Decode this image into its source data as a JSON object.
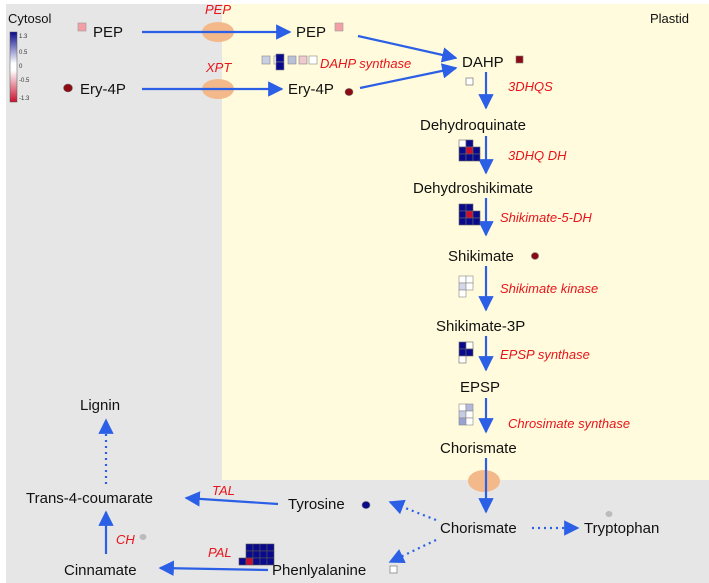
{
  "regions": {
    "cytosol": "Cytosol",
    "plastid": "Plastid"
  },
  "legend": {
    "ticks": [
      "1.3",
      "0.5",
      "0",
      "-0.5",
      "-1.3"
    ]
  },
  "colors": {
    "arrow": "#2b5fe6",
    "enzyme_text": "#e8141b",
    "plastid_bg": "#fffbdc",
    "cytosol_bg": "#e6e6e6",
    "transporter": "#f4b98a",
    "high": "#0a0a8c",
    "low": "#c8102e"
  },
  "metabolites": {
    "pep_cyt": "PEP",
    "pep_pl": "PEP",
    "ery_cyt": "Ery-4P",
    "ery_pl": "Ery-4P",
    "dahp": "DAHP",
    "dehydroquinate": "Dehydroquinate",
    "dehydroshikimate": "Dehydroshikimate",
    "shikimate": "Shikimate",
    "shikimate3p": "Shikimate-3P",
    "epsp": "EPSP",
    "chorismate_pl": "Chorismate",
    "chorismate_cyt": "Chorismate",
    "tyrosine": "Tyrosine",
    "tryptophan": "Tryptophan",
    "phenylalanine": "Phenlyalanine",
    "trans4coumarate": "Trans-4-coumarate",
    "cinnamate": "Cinnamate",
    "lignin": "Lignin"
  },
  "enzymes": {
    "pep_transporter": "PEP",
    "xpt": "XPT",
    "dahp_synthase": "DAHP synthase",
    "dhqs": "3DHQS",
    "dhq_dh": "3DHQ DH",
    "shikimate_5_dh": "Shikimate-5-DH",
    "shikimate_kinase": "Shikimate kinase",
    "epsp_synthase": "EPSP synthase",
    "chorismate_synthase": "Chrosimate synthase",
    "tal": "TAL",
    "ch": "CH",
    "pal": "PAL"
  }
}
